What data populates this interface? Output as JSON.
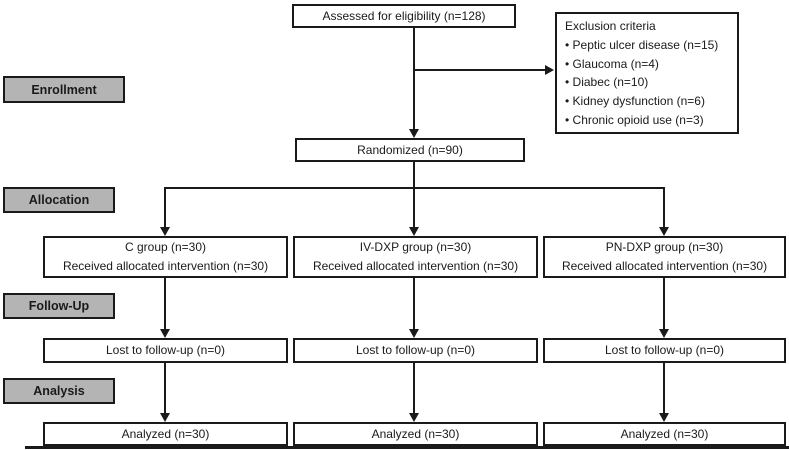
{
  "diagram": {
    "type": "consort-flow",
    "top_box": "Assessed for eligibility (n=128)",
    "exclusion": {
      "title": "Exclusion criteria",
      "items": [
        "Peptic ulcer disease (n=15)",
        "Glaucoma (n=4)",
        "Diabec (n=10)",
        "Kidney dysfunction (n=6)",
        "Chronic opioid use (n=3)"
      ]
    },
    "randomized": "Randomized (n=90)",
    "stages": {
      "enrollment": "Enrollment",
      "allocation": "Allocation",
      "followup": "Follow-Up",
      "analysis": "Analysis"
    },
    "arms": [
      {
        "group": "C group (n=30)",
        "received": "Received allocated intervention (n=30)",
        "lost": "Lost to follow-up (n=0)",
        "analyzed": "Analyzed (n=30)"
      },
      {
        "group": "IV-DXP group (n=30)",
        "received": "Received allocated intervention (n=30)",
        "lost": "Lost to follow-up (n=0)",
        "analyzed": "Analyzed (n=30)"
      },
      {
        "group": "PN-DXP group (n=30)",
        "received": "Received allocated intervention (n=30)",
        "lost": "Lost to follow-up (n=0)",
        "analyzed": "Analyzed (n=30)"
      }
    ],
    "colors": {
      "stage_fill": "#b4b4b4",
      "box_border": "#1a1a1a",
      "background": "#ffffff"
    }
  }
}
